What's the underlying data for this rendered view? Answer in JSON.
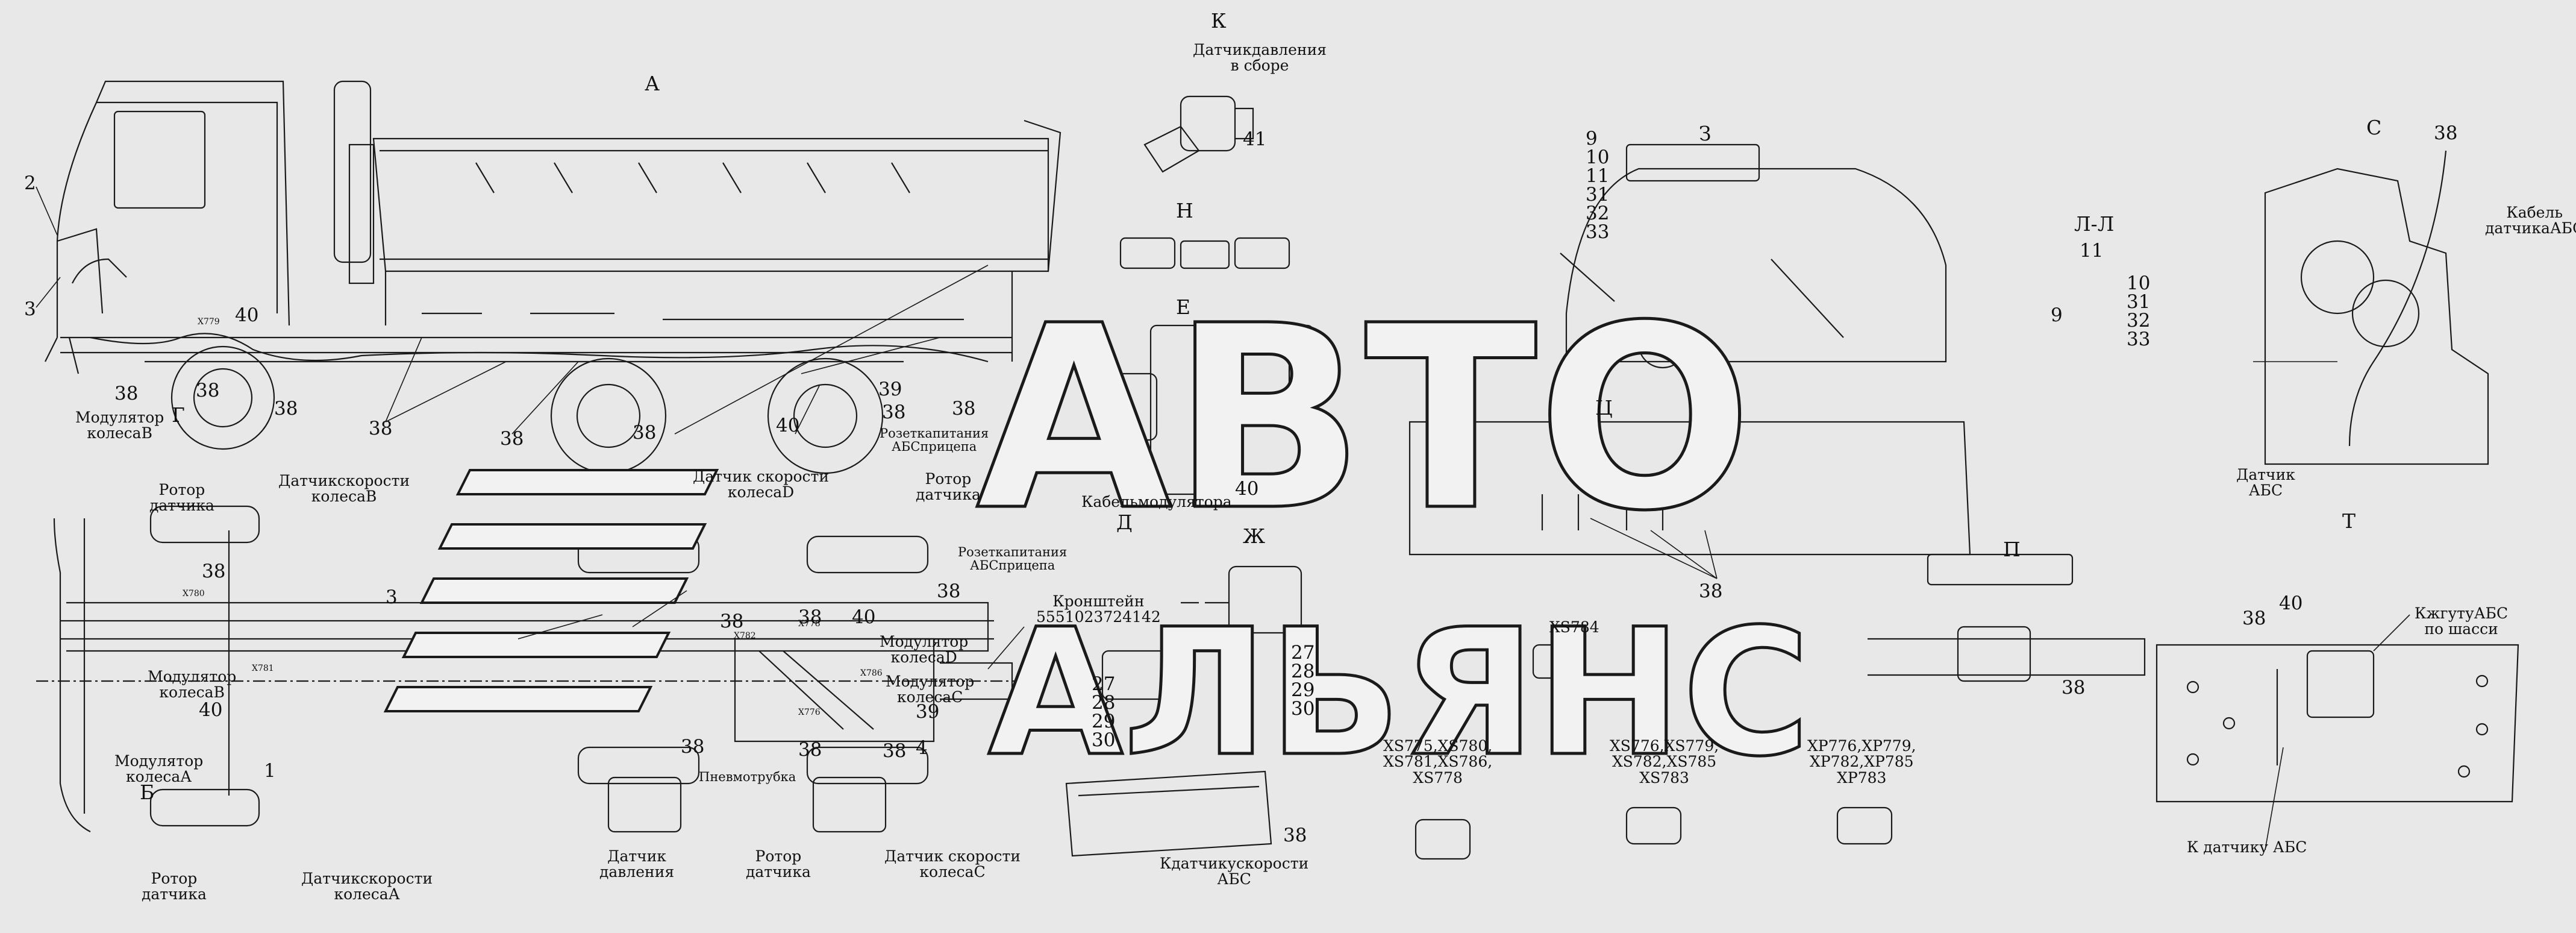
{
  "watermark": {
    "line1": "АВТО",
    "line2": "АЛЬЯНС"
  },
  "views": {
    "A": "А",
    "K": "К",
    "N": "Н",
    "E": "Е",
    "Z": "З",
    "LL": "Л-Л",
    "S": "С",
    "T": "Т",
    "Ts": "Ц",
    "P": "П",
    "D": "Д",
    "Zh": "Ж",
    "G": "Г",
    "B": "Б"
  },
  "labels": {
    "pressure_sensor_assembly": [
      "Датчикдавления",
      "в сборе"
    ],
    "modulator_cable": "Кабельмодулятора",
    "modulator_wheel_B_top": [
      "Модулятор",
      "колесаВ"
    ],
    "rotor_sensor_top": [
      "Ротор",
      "датчика"
    ],
    "speed_sensor_B": [
      "Датчикскорости",
      "колесаВ"
    ],
    "speed_sensor_D": [
      "Датчик скорости",
      "колесаD"
    ],
    "rotor_sensor_mid": [
      "Ротор",
      "датчика"
    ],
    "trailer_abs_socket_top": [
      "Розеткапитания",
      "АБСприцепа"
    ],
    "trailer_abs_socket_mid": [
      "Розеткапитания",
      "АБСприцепа"
    ],
    "bracket": [
      "Кронштейн",
      "5551023724142"
    ],
    "modulator_wheel_B": [
      "Модулятор",
      "колесаВ"
    ],
    "modulator_wheel_A": [
      "Модулятор",
      "колесаА"
    ],
    "modulator_wheel_D": [
      "Модулятор",
      "колесаD"
    ],
    "modulator_wheel_C": [
      "Модулятор",
      "колесаС"
    ],
    "pneumotube": "Пневмотрубка",
    "pressure_sensor": [
      "Датчик",
      "давления"
    ],
    "rotor_sensor_bottom_center": [
      "Ротор",
      "датчика"
    ],
    "speed_sensor_C": [
      "Датчик скорости",
      "колесаС"
    ],
    "rotor_sensor_bottom_left": [
      "Ротор",
      "датчика"
    ],
    "speed_sensor_A": [
      "Датчикскорости",
      "колесаА"
    ],
    "to_abs_speed_sensor": [
      "Кдатчикускорости",
      "АБС"
    ],
    "abs_sensor_cable": [
      "Кабель",
      "датчикаАБС"
    ],
    "abs_sensor": [
      "Датчик",
      "АБС"
    ],
    "to_abs_harness": [
      "КжгутуАБС",
      "по шасси"
    ],
    "to_abs_sensor": "К датчику АБС",
    "xs784": "XS784",
    "xs_group1": [
      "XS775,XS780,",
      "XS781,XS786,",
      "XS778"
    ],
    "xs_group2": [
      "XS776,XS779,",
      "XS782,XS785",
      "XS783"
    ],
    "xp_group": [
      "XP776,XP779,",
      "XP782,XP785",
      "XP783"
    ],
    "small_tags": [
      "X779",
      "X781",
      "X780",
      "X778",
      "X776",
      "X782",
      "X786"
    ]
  },
  "callouts": {
    "n1": "1",
    "n2": "2",
    "n3": "3",
    "n4": "4",
    "n9": "9",
    "n10": "10",
    "n11": "11",
    "n27": "27",
    "n28": "28",
    "n29": "29",
    "n30": "30",
    "n31": "31",
    "n32": "32",
    "n33": "33",
    "n38": "38",
    "n39": "39",
    "n40": "40",
    "n41": "41"
  },
  "colors": {
    "background": "#e8e8e8",
    "line": "#1a1a1a",
    "watermark_stroke": "#1a1a1a",
    "watermark_fill": "#f2f2f2"
  }
}
